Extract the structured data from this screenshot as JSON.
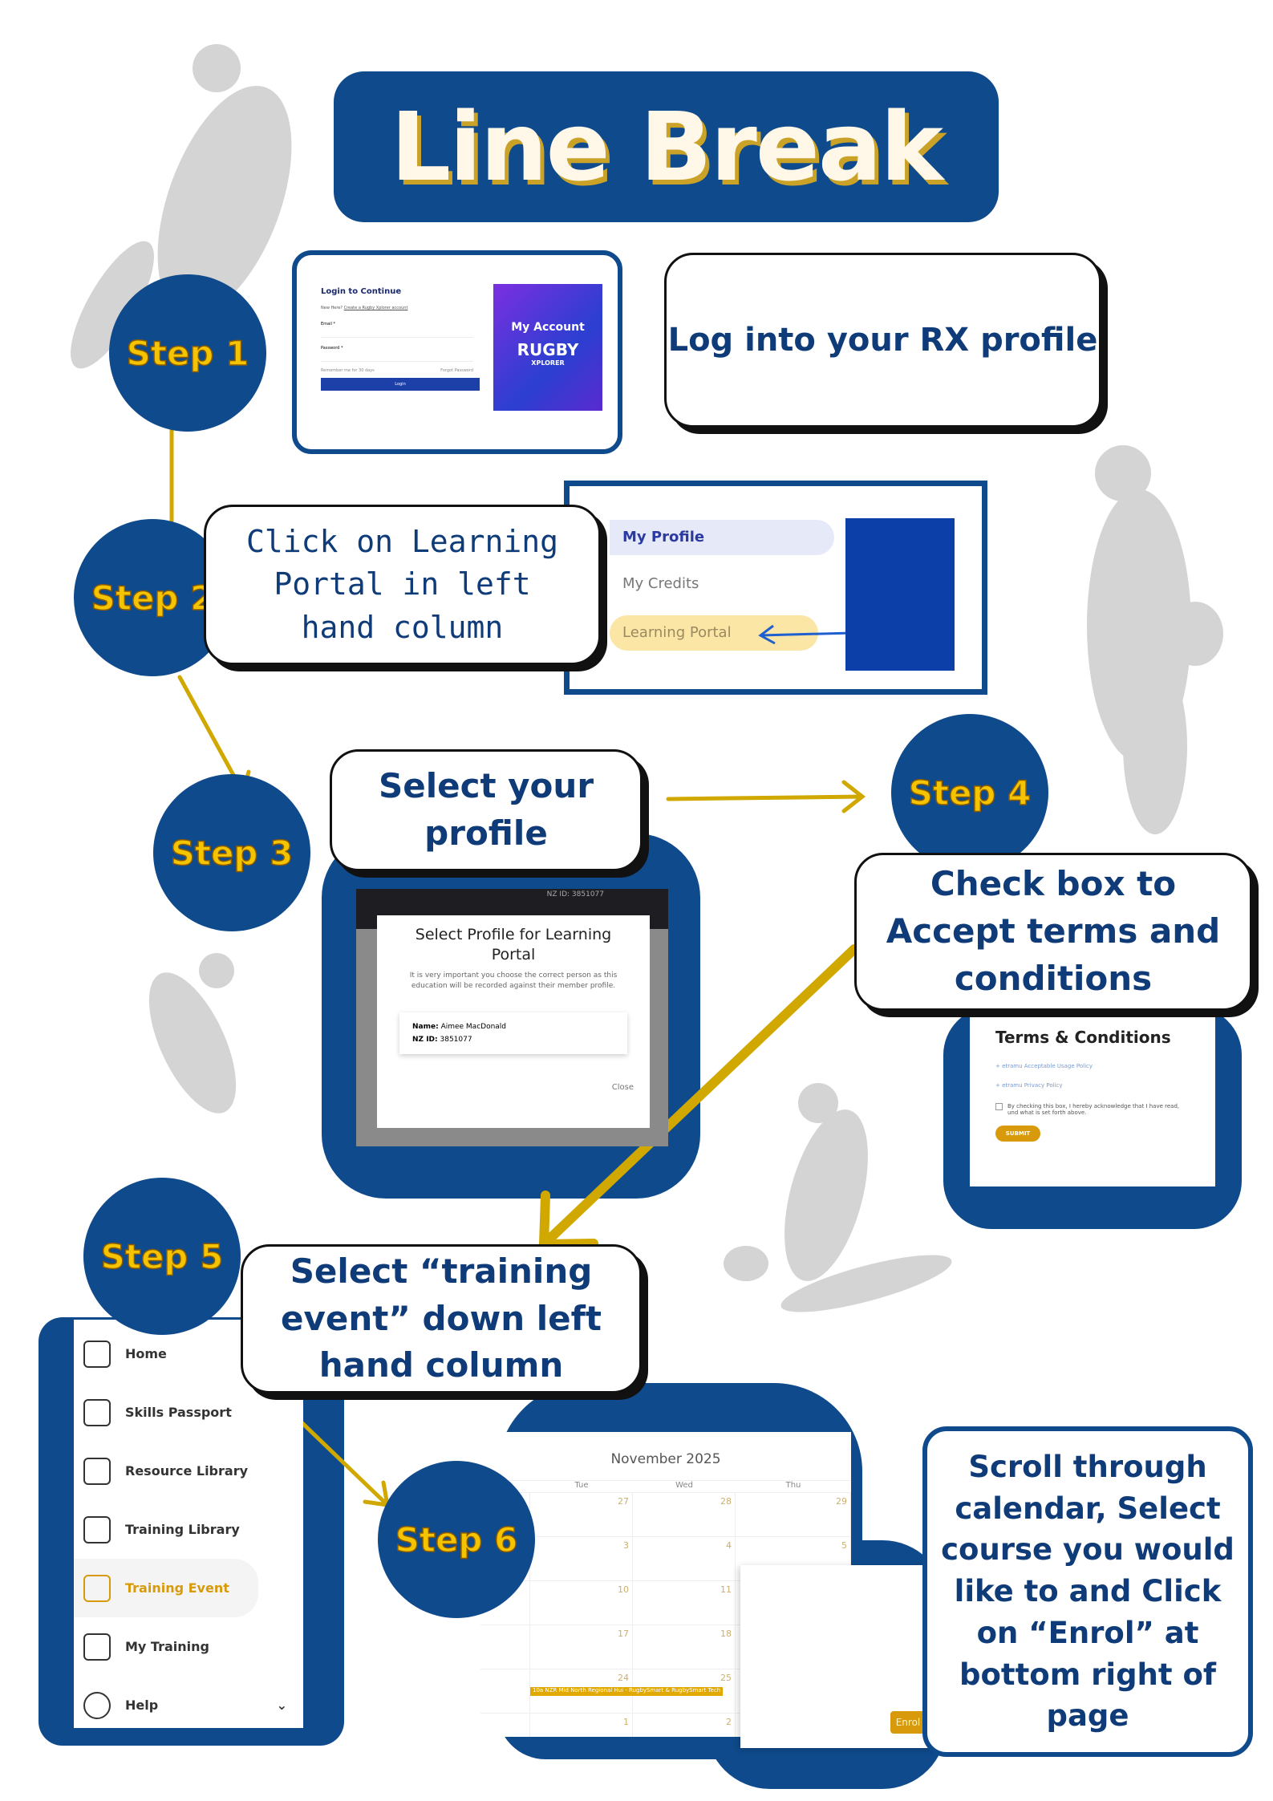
{
  "title": "Line Break",
  "steps": [
    "Step 1",
    "Step 2",
    "Step 3",
    "Step 4",
    "Step 5",
    "Step 6"
  ],
  "instructions": {
    "step1": "Log into your RX profile",
    "step2": "Click on Learning Portal in left hand column",
    "step3": "Select your profile",
    "step4": "Check box to Accept terms and conditions",
    "step5": "Select “training event” down left hand column",
    "step6": "Scroll through calendar, Select course you would like to and Click on “Enrol” at bottom right of page"
  },
  "login": {
    "heading": "Login to Continue",
    "new_here": "New Here?",
    "create_link": "Create a Rugby Xplorer account",
    "email_label": "Email *",
    "password_label": "Password *",
    "remember": "Remember me for 30 days",
    "forgot": "Forgot Password",
    "button": "Login",
    "promo_line1": "My Account",
    "promo_line2": "RUGBY",
    "promo_line3": "XPLORER"
  },
  "profile_menu": {
    "items": [
      "My Profile",
      "My Credits",
      "Learning Portal"
    ]
  },
  "select_profile": {
    "top_id": "NZ ID: 3851077",
    "heading": "Select Profile for Learning Portal",
    "note": "It is very important you choose the correct person as this education will be recorded against their member profile.",
    "name_label": "Name:",
    "name": "Aimee MacDonald",
    "id_label": "NZ ID:",
    "id": "3851077",
    "close": "Close"
  },
  "terms": {
    "heading": "Terms & Conditions",
    "links": [
      "+ etramu Acceptable Usage Policy",
      "+ etramu Privacy Policy"
    ],
    "checkbox_text": "By checking this box, I hereby acknowledge that I have read, und what is set forth above.",
    "submit": "SUBMIT"
  },
  "sidebar": {
    "items": [
      "Home",
      "Skills Passport",
      "Resource Library",
      "Training Library",
      "Training Event",
      "My Training",
      "Help"
    ]
  },
  "calendar": {
    "month": "November 2025",
    "days": [
      "Tue",
      "Wed",
      "Thu"
    ],
    "rows": [
      [
        "27",
        "28",
        "29"
      ],
      [
        "3",
        "4",
        "5"
      ],
      [
        "10",
        "11",
        ""
      ],
      [
        "17",
        "18",
        ""
      ],
      [
        "24",
        "25",
        ""
      ],
      [
        "1",
        "2",
        ""
      ]
    ],
    "event": "10a NZR Mid North Regional Hui - RugbySmart & RugbySmart Tech",
    "enrol": "Enrol"
  },
  "colors": {
    "navy": "#0f4a8c",
    "gold": "#f5c400",
    "arrow": "#d0a800"
  }
}
